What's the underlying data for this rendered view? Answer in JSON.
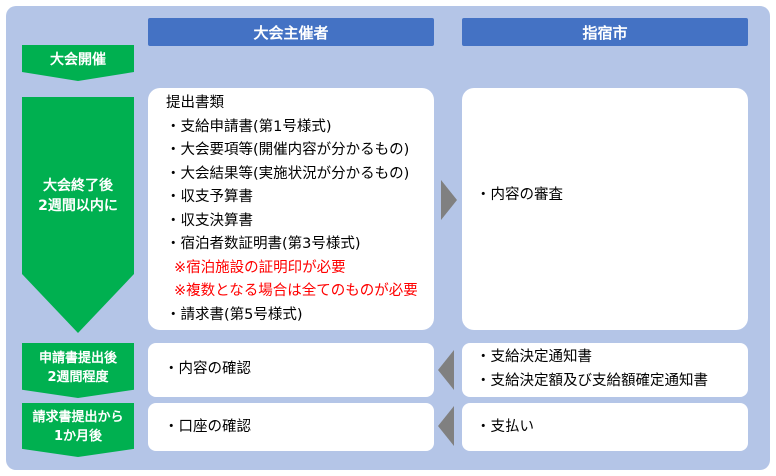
{
  "headers": {
    "organizer": "大会主催者",
    "city": "指宿市"
  },
  "stages": {
    "event_held": "大会開催",
    "after_event": [
      "大会終了後",
      "2週間以内に"
    ],
    "after_application": [
      "申請書提出後",
      "2週間程度"
    ],
    "after_invoice": [
      "請求書提出から",
      "1か月後"
    ]
  },
  "organizer_docs": {
    "title": "提出書類",
    "items": [
      "・支給申請書(第1号様式)",
      "・大会要項等(開催内容が分かるもの)",
      "・大会結果等(実施状況が分かるもの)",
      "・収支予算書",
      "・収支決算書",
      "・宿泊者数証明書(第3号様式)"
    ],
    "notes": [
      "※宿泊施設の証明印が必要",
      "※複数となる場合は全てのものが必要"
    ],
    "last_item": "・請求書(第5号様式)"
  },
  "city_review": "・内容の審査",
  "organizer_confirm": "・内容の確認",
  "city_notices": [
    "・支給決定通知書",
    "・支給決定額及び支給額確定通知書"
  ],
  "organizer_account": "・口座の確認",
  "city_payment": "・支払い",
  "colors": {
    "panel": "#b4c5e7",
    "header": "#4472c4",
    "stage": "#00b050",
    "arrow": "#808080",
    "note": "#ff0000"
  }
}
